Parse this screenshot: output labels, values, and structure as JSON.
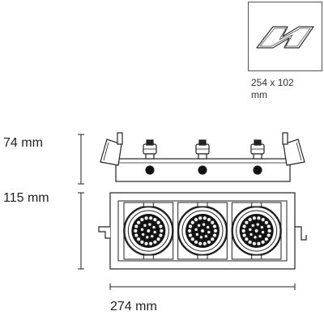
{
  "cutout": {
    "size_line1": "254 x 102",
    "size_line2": "mm",
    "icon": "cutout-shape-icon"
  },
  "dimensions": {
    "height_top": "74 mm",
    "height_body": "115 mm",
    "width": "274 mm"
  },
  "drawing": {
    "lamp_count": 3,
    "stroke_color": "#222222",
    "lens_color": "#111111"
  }
}
